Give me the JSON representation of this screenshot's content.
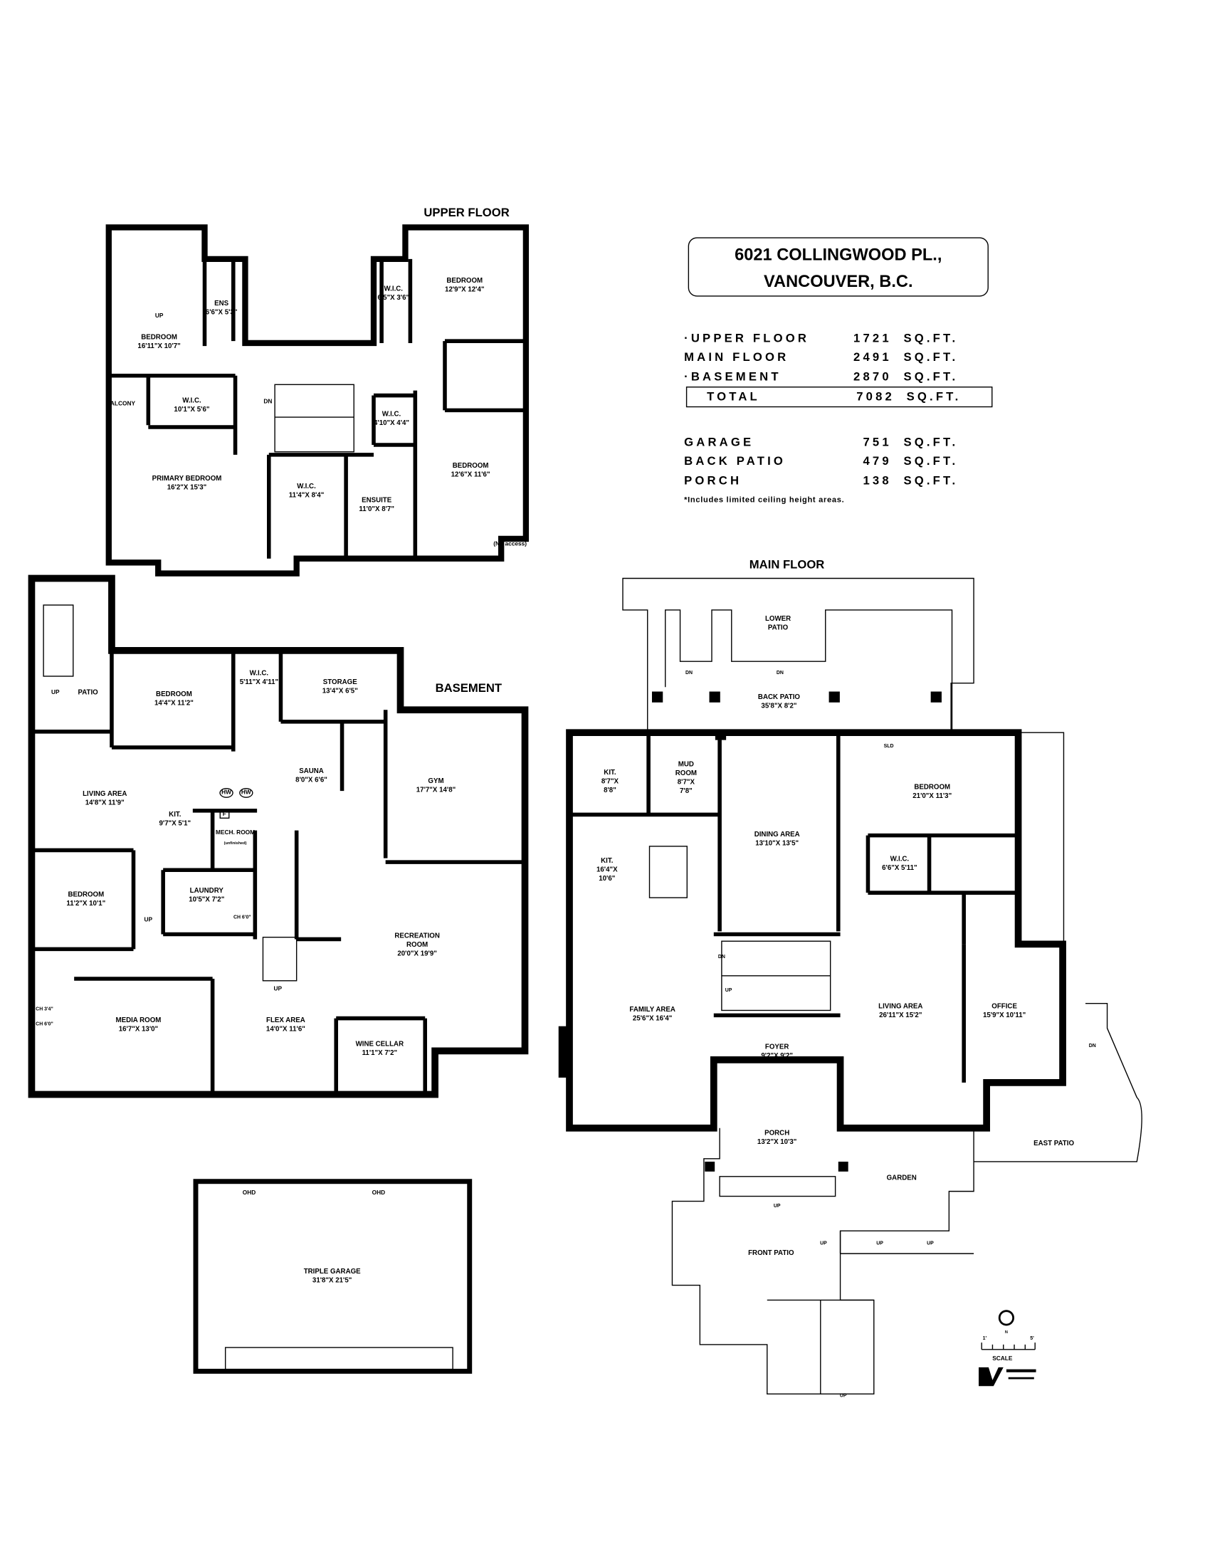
{
  "title": {
    "line1": "6021 COLLINGWOOD PL.,",
    "line2": "VANCOUVER, B.C."
  },
  "areas": {
    "rows": [
      {
        "label": "·UPPER FLOOR",
        "value": "1721",
        "unit": "SQ.FT."
      },
      {
        "label": " MAIN FLOOR",
        "value": "2491",
        "unit": "SQ.FT."
      },
      {
        "label": "·BASEMENT",
        "value": "2870",
        "unit": "SQ.FT."
      }
    ],
    "total": {
      "label": "TOTAL",
      "value": "7082",
      "unit": "SQ.FT."
    },
    "extras": [
      {
        "label": "GARAGE",
        "value": "751",
        "unit": "SQ.FT."
      },
      {
        "label": "BACK PATIO",
        "value": "479",
        "unit": "SQ.FT."
      },
      {
        "label": "PORCH",
        "value": "138",
        "unit": "SQ.FT."
      }
    ],
    "footnote": "*Includes limited ceiling height areas."
  },
  "upper": {
    "heading": "UPPER FLOOR",
    "rooms": [
      {
        "name": "BEDROOM",
        "dim": "16'11\"X 10'7\""
      },
      {
        "name": "ENS",
        "dim": "6'6\"X 5'3\""
      },
      {
        "name": "W.I.C.",
        "dim": "6'5\"X 3'6\""
      },
      {
        "name": "BEDROOM",
        "dim": "12'9\"X 12'4\""
      },
      {
        "name": "W.I.C.",
        "dim": "10'1\"X 5'6\""
      },
      {
        "name": "W.I.C.",
        "dim": "4'10\"X 4'4\""
      },
      {
        "name": "BEDROOM",
        "dim": "12'6\"X 11'6\""
      },
      {
        "name": "PRIMARY BEDROOM",
        "dim": "16'2\"X 15'3\""
      },
      {
        "name": "W.I.C.",
        "dim": "11'4\"X 8'4\""
      },
      {
        "name": "ENSUITE",
        "dim": "11'0\"X 8'7\""
      }
    ],
    "marks": {
      "balcony": "BALCONY",
      "no_access": "(No access)",
      "up": "UP",
      "dn": "DN"
    }
  },
  "basement": {
    "heading": "BASEMENT",
    "rooms": [
      {
        "name": "BEDROOM",
        "dim": "14'4\"X 11'2\""
      },
      {
        "name": "W.I.C.",
        "dim": "5'11\"X 4'11\""
      },
      {
        "name": "STORAGE",
        "dim": "13'4\"X 6'5\""
      },
      {
        "name": "SAUNA",
        "dim": "8'0\"X 6'6\""
      },
      {
        "name": "GYM",
        "dim": "17'7\"X 14'8\""
      },
      {
        "name": "LIVING AREA",
        "dim": "14'8\"X 11'9\""
      },
      {
        "name": "KIT.",
        "dim": "9'7\"X 5'1\""
      },
      {
        "name": "MECH. ROOM",
        "dim": "(unfinished)"
      },
      {
        "name": "BEDROOM",
        "dim": "11'2\"X 10'1\""
      },
      {
        "name": "LAUNDRY",
        "dim": "10'5\"X 7'2\""
      },
      {
        "name": "RECREATION ROOM",
        "dim": "20'0\"X 19'9\""
      },
      {
        "name": "MEDIA ROOM",
        "dim": "16'7\"X 13'0\""
      },
      {
        "name": "FLEX AREA",
        "dim": "14'0\"X 11'6\""
      },
      {
        "name": "WINE CELLAR",
        "dim": "11'1\"X 7'2\""
      }
    ],
    "marks": {
      "patio": "PATIO",
      "up": "UP",
      "hw": "HW",
      "furnace": "F",
      "ch_laundry": "CH 6'0\"",
      "ch_media_1": "CH 3'4\"",
      "ch_media_2": "CH 6'0\""
    }
  },
  "garage": {
    "name": "TRIPLE GARAGE",
    "dim": "31'8\"X 21'5\"",
    "door": "OHD"
  },
  "main": {
    "heading": "MAIN FLOOR",
    "rooms": [
      {
        "name": "LOWER PATIO",
        "dim": ""
      },
      {
        "name": "BACK PATIO",
        "dim": "35'8\"X 8'2\""
      },
      {
        "name": "KIT.",
        "dim": "8'7\"X 8'8\""
      },
      {
        "name": "MUD ROOM",
        "dim": "8'7\"X 7'8\""
      },
      {
        "name": "DINING AREA",
        "dim": "13'10\"X 13'5\""
      },
      {
        "name": "BEDROOM",
        "dim": "21'0\"X 11'3\""
      },
      {
        "name": "W.I.C.",
        "dim": "6'6\"X 5'11\""
      },
      {
        "name": "KIT.",
        "dim": "16'4\"X 10'6\""
      },
      {
        "name": "FAMILY AREA",
        "dim": "25'6\"X 16'4\""
      },
      {
        "name": "LIVING AREA",
        "dim": "26'11\"X 15'2\""
      },
      {
        "name": "OFFICE",
        "dim": "15'9\"X 10'11\""
      },
      {
        "name": "FOYER",
        "dim": "9'2\"X 9'2\""
      },
      {
        "name": "PORCH",
        "dim": "13'2\"X 10'3\""
      }
    ],
    "marks": {
      "east_patio": "EAST PATIO",
      "garden": "GARDEN",
      "front_patio": "FRONT PATIO",
      "sld": "SLD",
      "up": "UP",
      "dn": "DN"
    }
  },
  "scale": {
    "min": "1'",
    "max": "5'",
    "label": "SCALE",
    "north": "N"
  }
}
